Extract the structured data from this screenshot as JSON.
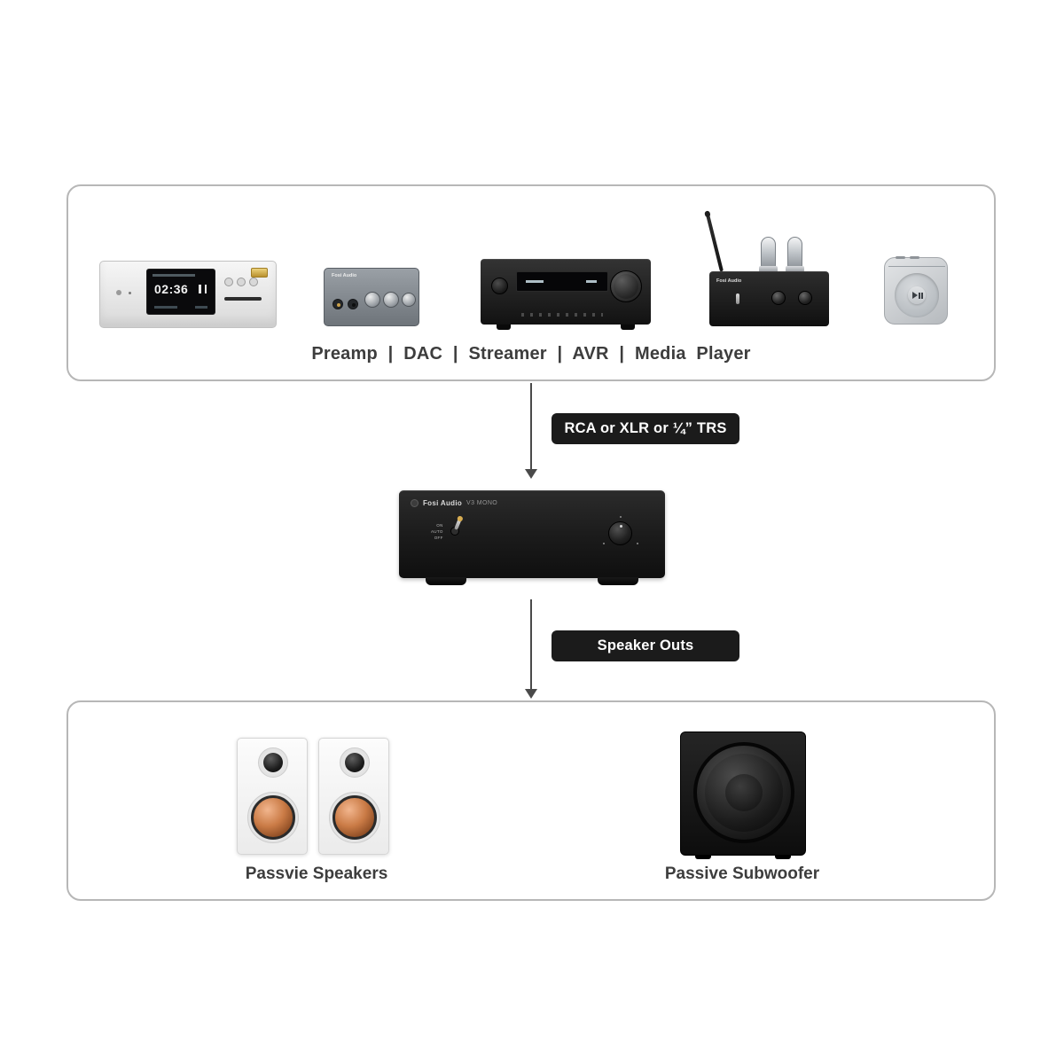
{
  "colors": {
    "pill_bg": "#1b1b1b",
    "box_border": "#b7b7b7",
    "arrow": "#4a4a4a",
    "label_text": "#3d3d3d",
    "copper_accent": "#ca7b46"
  },
  "sources_box": {
    "caption": "Preamp | DAC | Streamer | AVR | Media Player",
    "preamp": {
      "display_time": "02:36"
    },
    "dac": {
      "brand": "Fosi Audio"
    },
    "tube_amp": {
      "brand": "Fosi Audio"
    }
  },
  "connectors": {
    "input_label": "RCA or XLR or ¼” TRS",
    "output_label": "Speaker Outs"
  },
  "amplifier": {
    "brand": "Fosi Audio",
    "model": "V3 MONO",
    "switch_labels": [
      "ON",
      "AUTO",
      "OFF"
    ]
  },
  "outputs_box": {
    "speakers_label": "Passvie Speakers",
    "subwoofer_label": "Passive Subwoofer"
  }
}
